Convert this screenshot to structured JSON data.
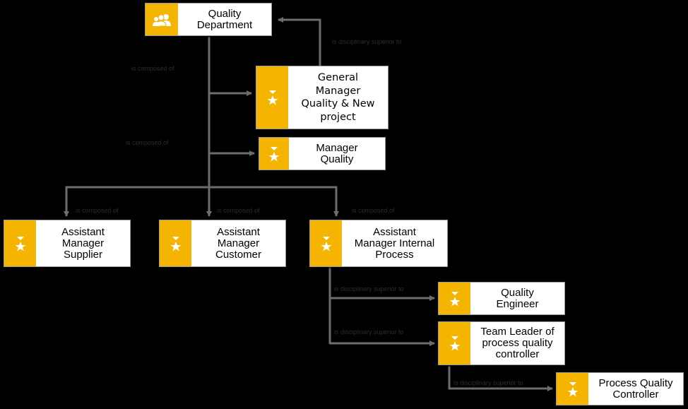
{
  "colors": {
    "accent": "#f4b400",
    "line": "#6d6d6d",
    "background": "#000000"
  },
  "nodes": {
    "quality_department": {
      "label": "Quality\nDepartment",
      "icon": "group-icon"
    },
    "general_manager": {
      "label": "General\nManager\nQuality & New\nproject",
      "icon": "position-icon"
    },
    "manager_quality": {
      "label": "Manager\nQuality",
      "icon": "position-icon"
    },
    "am_supplier": {
      "label": "Assistant\nManager\nSupplier",
      "icon": "position-icon"
    },
    "am_customer": {
      "label": "Assistant\nManager\nCustomer",
      "icon": "position-icon"
    },
    "am_internal": {
      "label": "Assistant\nManager Internal\nProcess",
      "icon": "position-icon"
    },
    "quality_engineer": {
      "label": "Quality\nEngineer",
      "icon": "position-icon"
    },
    "team_leader": {
      "label": "Team Leader of\nprocess quality\ncontroller",
      "icon": "position-icon"
    },
    "process_controller": {
      "label": "Process Quality\nController",
      "icon": "position-icon"
    }
  },
  "edge_labels": {
    "reports_to_department": "is disciplinary superior to",
    "composed_of_gm": "is composed of",
    "composed_of_mq": "is composed of",
    "composed_supplier": "is composed of",
    "composed_customer": "is composed of",
    "composed_internal": "is composed of",
    "superior_engineer": "is disciplinary superior to",
    "superior_team_leader": "is disciplinary superior to",
    "superior_controller": "is disciplinary superior to"
  }
}
